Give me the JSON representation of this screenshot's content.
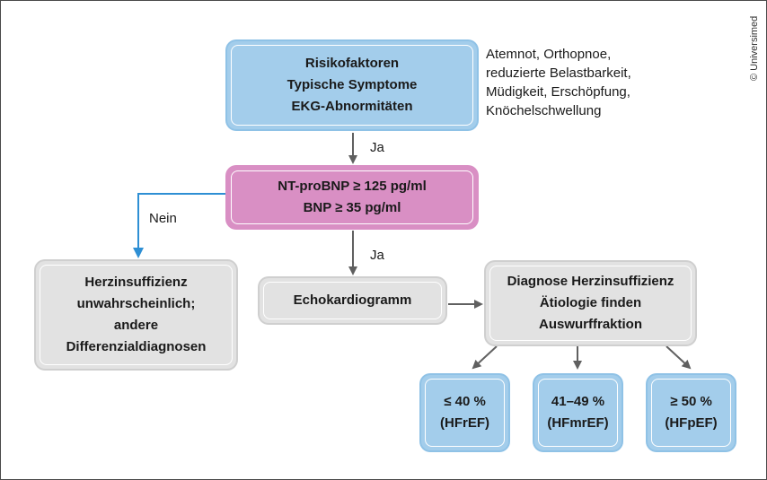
{
  "boxes": {
    "risk": [
      "Risikofaktoren",
      "Typische Symptome",
      "EKG-Abnormitäten"
    ],
    "ntprobnp": [
      "NT-proBNP ≥ 125 pg/ml",
      "BNP ≥ 35 pg/ml"
    ],
    "unlikely": [
      "Herzinsuffizienz",
      "unwahrscheinlich;",
      "andere",
      "Differenzialdiagnosen"
    ],
    "echo": [
      "Echokardiogramm"
    ],
    "diagnosis": [
      "Diagnose Herzinsuffizienz",
      "Ätiologie finden",
      "Auswurffraktion"
    ],
    "hfref": [
      "≤ 40 %",
      "(HFrEF)"
    ],
    "hfmref": [
      "41–49 %",
      "(HFmrEF)"
    ],
    "hfpef": [
      "≥ 50 %",
      "(HFpEF)"
    ]
  },
  "symptoms_note": [
    "Atemnot, Orthopnoe,",
    "reduzierte Belastbarkeit,",
    "Müdigkeit, Erschöpfung,",
    "Knöchelschwellung"
  ],
  "edge_labels": {
    "yes1": "Ja",
    "yes2": "Ja",
    "no": "Nein"
  },
  "copyright": "© Universimed",
  "colors": {
    "blue": "#a3cdeb",
    "pink": "#d98fc4",
    "gray": "#e2e2e2",
    "arrow_gray": "#606060",
    "arrow_blue": "#2e8fd4"
  }
}
